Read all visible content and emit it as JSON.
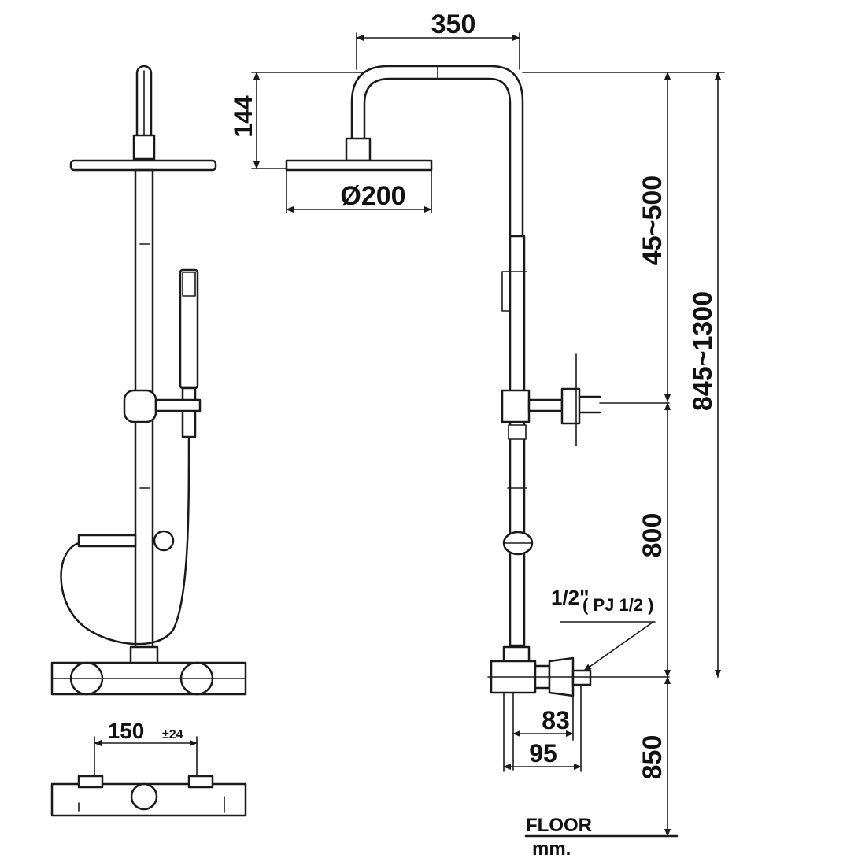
{
  "colors": {
    "line": "#1a1a1a",
    "background": "#ffffff"
  },
  "dims": {
    "width_arm": "350",
    "height_head": "144",
    "head_diameter": "Ø200",
    "height_adjust": "45~500",
    "total_height": "845~1300",
    "bar_height": "800",
    "floor_height": "850",
    "inlet_center": "150",
    "inlet_tol": "±24",
    "depth_83": "83",
    "depth_95": "95",
    "thread_a": "1/2\"",
    "thread_b": "( PJ 1/2 )"
  },
  "labels": {
    "floor": "FLOOR",
    "unit": "mm."
  }
}
